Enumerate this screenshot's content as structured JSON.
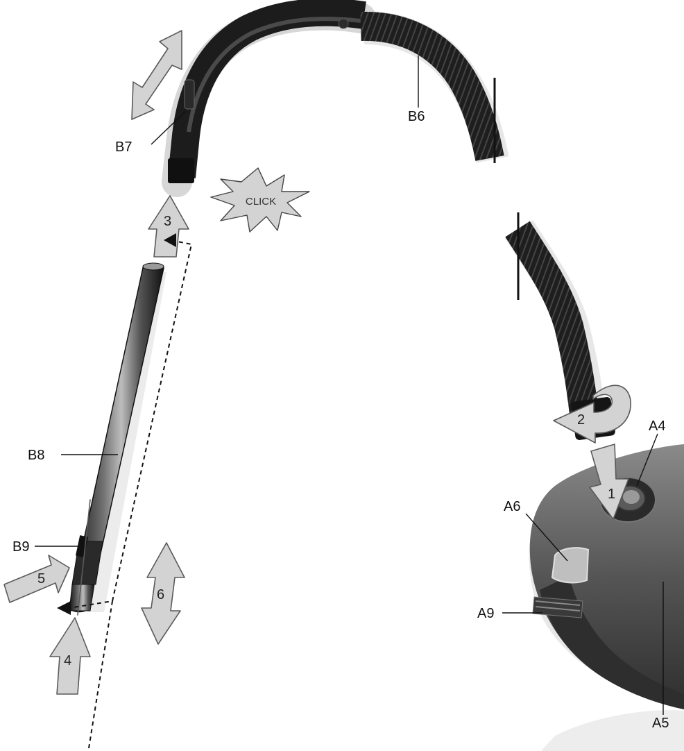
{
  "parts": {
    "b6": "B6",
    "b7": "B7",
    "b8": "B8",
    "b9": "B9",
    "a4": "A4",
    "a5": "A5",
    "a6": "A6",
    "a9": "A9"
  },
  "steps": {
    "s1": "1",
    "s2": "2",
    "s3": "3",
    "s4": "4",
    "s5": "5",
    "s6": "6"
  },
  "click_text": "CLICK",
  "colors": {
    "arrow_fill": "#d3d3d3",
    "hose": "#1e1e1e",
    "body": "#4a4a4a"
  },
  "icons": [
    "hose-handle",
    "flexible-hose",
    "telescopic-tube",
    "vacuum-cleaner-body",
    "click-burst"
  ]
}
